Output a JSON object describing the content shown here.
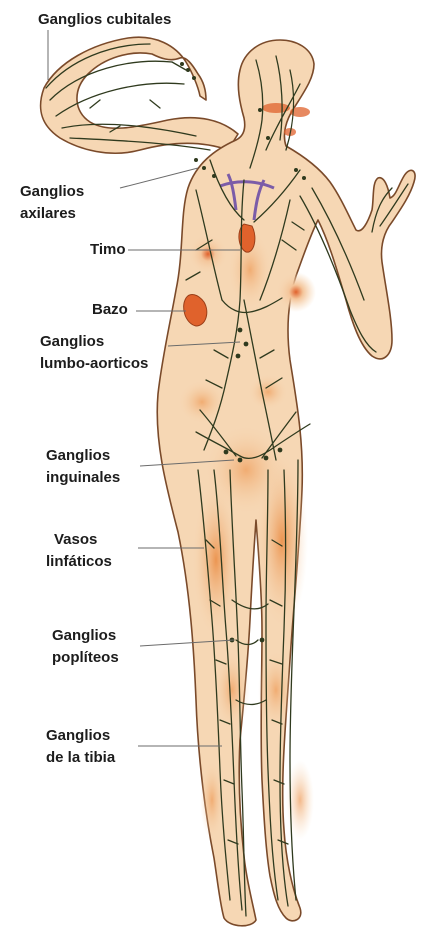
{
  "labels": {
    "cubitales": "Ganglios cubitales",
    "axilares_1": "Ganglios",
    "axilares_2": "axilares",
    "timo": "Timo",
    "bazo": "Bazo",
    "lumbo_1": "Ganglios",
    "lumbo_2": "lumbo-aorticos",
    "inguinales_1": "Ganglios",
    "inguinales_2": "inguinales",
    "vasos_1": "Vasos",
    "vasos_2": "linfáticos",
    "popliteos_1": "Ganglios",
    "popliteos_2": "poplíteos",
    "tibia_1": "Ganglios",
    "tibia_2": "de la tibia"
  },
  "colors": {
    "skin": "#f6d7b4",
    "skin_shadow": "#ee9a56",
    "outline": "#7a4a2a",
    "vessel": "#2f3a1e",
    "organ": "#e0622c",
    "leader": "#6b6b6b"
  }
}
